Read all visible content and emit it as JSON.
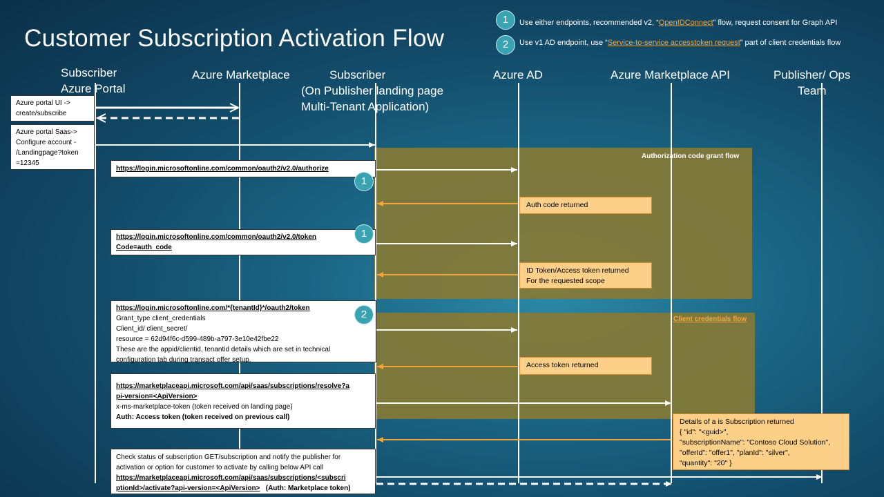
{
  "title": "Customer Subscription Activation Flow",
  "legend": [
    {
      "num": "1",
      "prefix": "Use either endpoints, recommended v2, “",
      "link": "OpenIDConnect",
      "suffix": "” flow, request consent for Graph API"
    },
    {
      "num": "2",
      "prefix": "Use v1 AD endpoint, use “",
      "link": "Service-to-service accesstoken request",
      "suffix": "” part of client credentials flow"
    }
  ],
  "lanes": {
    "subscriber_portal": [
      "Subscriber",
      "Azure Portal"
    ],
    "marketplace": [
      "Azure Marketplace"
    ],
    "subscriber_app": [
      "Subscriber",
      "(On Publisher  landing page",
      "Multi-Tenant    Application)"
    ],
    "azure_ad": [
      "Azure AD"
    ],
    "marketplace_api": [
      "Azure Marketplace API"
    ],
    "publisher_ops": [
      "Publisher/ Ops",
      "Team"
    ]
  },
  "regions": {
    "auth_code": "Authorization  code grant flow",
    "client_credentials": "Client credentials flow"
  },
  "steps": {
    "portal_create": [
      "Azure portal UI ->",
      "create/subscribe"
    ],
    "portal_configure": [
      "Azure portal Saas->",
      "Configure account -",
      "/Landingpage?token",
      "=12345"
    ],
    "authorize": "https://login.microsoftonline.com/common/oauth2/v2.0/authorize",
    "token_url": "https://login.microsoftonline.com/common/oauth2/v2.0/token",
    "token_code": "Code=auth_code",
    "v1_url": "https://login.microsoftonline.com/*{tenantId}*/oauth2/token",
    "v1_lines": [
      "Grant_type client_credentials",
      "Client_id/ client_secret/",
      "resource = 62d94f6c-d599-489b-a797-3e10e42fbe22",
      "These are the appid/clientid, tenantid details which are set in technical",
      "configuration tab during transact offer setup."
    ],
    "resolve_url": [
      "https://marketplaceapi.microsoft.com/api/saas/subscriptions/resolve?a",
      "pi-version=<ApiVersion>"
    ],
    "resolve_token": "x-ms-marketplace-token (token received on landing page)",
    "resolve_auth": "Auth: Access token (token received on previous call)",
    "activate_lines": [
      "Check status of subscription GET/subscription and notify the publisher for",
      "activation or option for customer to activate by calling below API call"
    ],
    "activate_url": [
      "https://marketplaceapi.microsoft.com/api/saas/subscriptions/<subscri",
      "ptionId>/activate?api-version=<ApiVersion>"
    ],
    "activate_auth": "(Auth: Marketplace token)"
  },
  "responses": {
    "auth_code": "Auth code returned",
    "id_token": [
      "ID Token/Access token returned",
      "For the requested scope"
    ],
    "access_token": "Access token returned",
    "subscription": [
      "Details of a  is Subscription returned",
      "{ \"id\": \"<guid>\",",
      "\"subscriptionName\": \"Contoso Cloud Solution\",",
      " \"offerId\": \"offer1\", \"planId\": \"silver\",",
      " \"quantity\": \"20\" }"
    ]
  },
  "badges": [
    "1",
    "1",
    "2"
  ],
  "colors": {
    "accent": "#f3a63d",
    "region": "#857a36",
    "response_box": "#fdd08a",
    "badge": "#3aa3b2"
  }
}
